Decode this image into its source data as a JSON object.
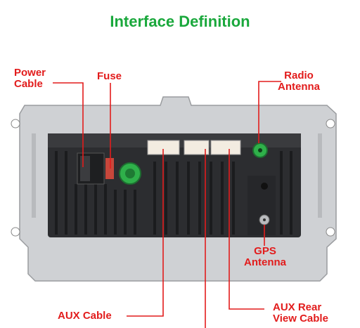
{
  "title": "Interface Definition",
  "labels": {
    "power_cable": [
      "Power",
      "Cable"
    ],
    "fuse": "Fuse",
    "radio_antenna": [
      "Radio",
      "Antenna"
    ],
    "gps_antenna": [
      "GPS",
      "Antenna"
    ],
    "aux_cable": "AUX Cable",
    "aux_rear_view_cable": [
      "AUX Rear",
      "View Cable"
    ]
  },
  "colors": {
    "title": "#1aa83c",
    "label": "#e21c1c",
    "chassis": "#c9cbce",
    "panel": "#2b2c2e",
    "connector_green": "#2fb04a"
  }
}
